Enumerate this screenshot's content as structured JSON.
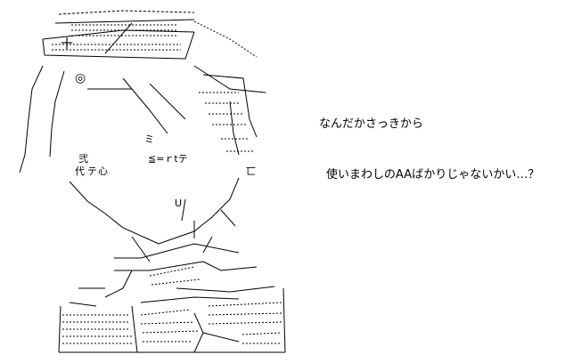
{
  "speech": {
    "line1": "なんだかさっきから",
    "line2": "使いまわしのAAばかりじゃないかい…？"
  },
  "art": {
    "symbol": "◎",
    "labels": [
      "十",
      "弐",
      "代",
      "テ",
      "心",
      "≦=ｒtテ",
      "ミ",
      "U",
      "匸"
    ]
  },
  "colors": {
    "ink": "#000000",
    "background": "#ffffff"
  }
}
